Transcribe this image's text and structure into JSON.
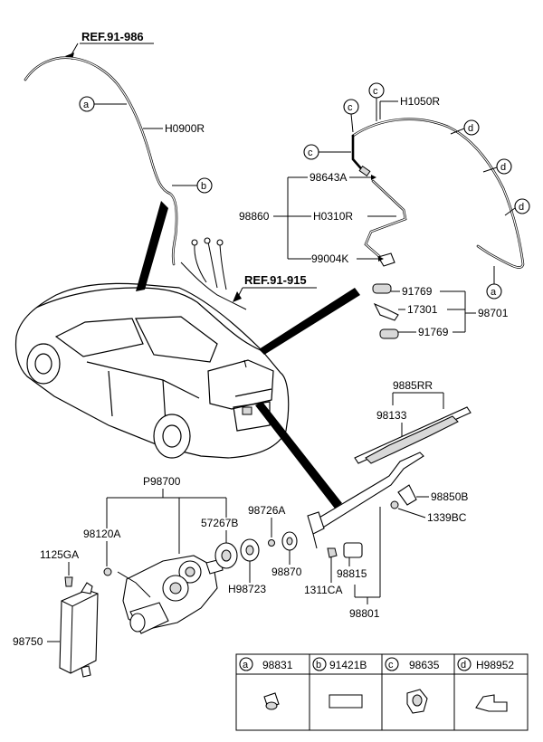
{
  "refs": {
    "top": "REF.91-986",
    "harness": "REF.91-915"
  },
  "labels": {
    "h0900r": "H0900R",
    "h1050r": "H1050R",
    "p98643a": "98643A",
    "p98860": "98860",
    "h0310r": "H0310R",
    "p99004k": "99004K",
    "p91769_top": "91769",
    "p17301": "17301",
    "p98701": "98701",
    "p91769_bottom": "91769",
    "p9885rr": "9885RR",
    "p98133": "98133",
    "p98850b": "98850B",
    "p1339bc": "1339BC",
    "p98815": "98815",
    "p1311ca": "1311CA",
    "p98801": "98801",
    "p98700": "P98700",
    "p98120a": "98120A",
    "p57267b": "57267B",
    "p98726a": "98726A",
    "p1125ga": "1125GA",
    "h98723": "H98723",
    "p98870": "98870",
    "p98750": "98750"
  },
  "callouts": {
    "a": "a",
    "b": "b",
    "c": "c",
    "d": "d"
  },
  "legend": [
    {
      "letter": "a",
      "part": "98831"
    },
    {
      "letter": "b",
      "part": "91421B"
    },
    {
      "letter": "c",
      "part": "98635"
    },
    {
      "letter": "d",
      "part": "H98952"
    }
  ]
}
